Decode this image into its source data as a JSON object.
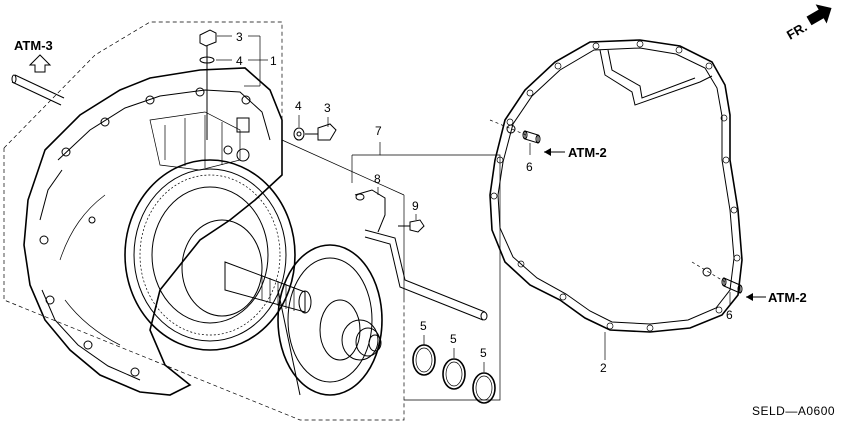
{
  "diagram": {
    "code": "SELD—A0600",
    "direction_label": "FR.",
    "refs": {
      "atm3": "ATM-3",
      "atm2_upper": "ATM-2",
      "atm2_lower": "ATM-2"
    },
    "callouts": {
      "c1": "1",
      "c3_top": "3",
      "c4_top": "4",
      "c4_mid": "4",
      "c3_mid": "3",
      "c7": "7",
      "c8": "8",
      "c9": "9",
      "c5_a": "5",
      "c5_b": "5",
      "c5_c": "5",
      "c6_upper": "6",
      "c6_lower": "6",
      "c2": "2"
    }
  }
}
